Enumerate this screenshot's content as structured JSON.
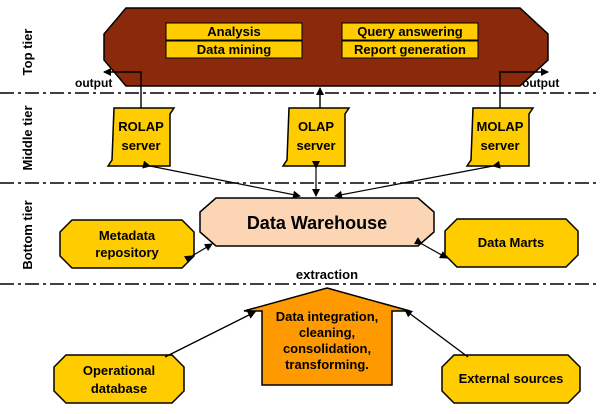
{
  "tiers": {
    "top": "Top tier",
    "middle": "Middle tier",
    "bottom": "Bottom tier"
  },
  "top_tier": {
    "items": [
      "Analysis",
      "Data mining",
      "Query answering",
      "Report generation"
    ],
    "output_left": "output",
    "output_right": "output"
  },
  "servers": [
    {
      "line1": "ROLAP",
      "line2": "server"
    },
    {
      "line1": "OLAP",
      "line2": "server"
    },
    {
      "line1": "MOLAP",
      "line2": "server"
    }
  ],
  "bottom_tier": {
    "warehouse": "Data Warehouse",
    "metadata_line1": "Metadata",
    "metadata_line2": "repository",
    "data_marts": "Data Marts"
  },
  "sources": {
    "extraction": "extraction",
    "integration": [
      "Data integration,",
      "cleaning,",
      "consolidation,",
      "transforming."
    ],
    "operational_line1": "Operational",
    "operational_line2": "database",
    "external": "External sources"
  },
  "colors": {
    "top_fill": "#8b2a0b",
    "yellow": "#ffcc00",
    "warehouse_fill": "#fcd6b4",
    "arrow_fill": "#ff9900"
  }
}
